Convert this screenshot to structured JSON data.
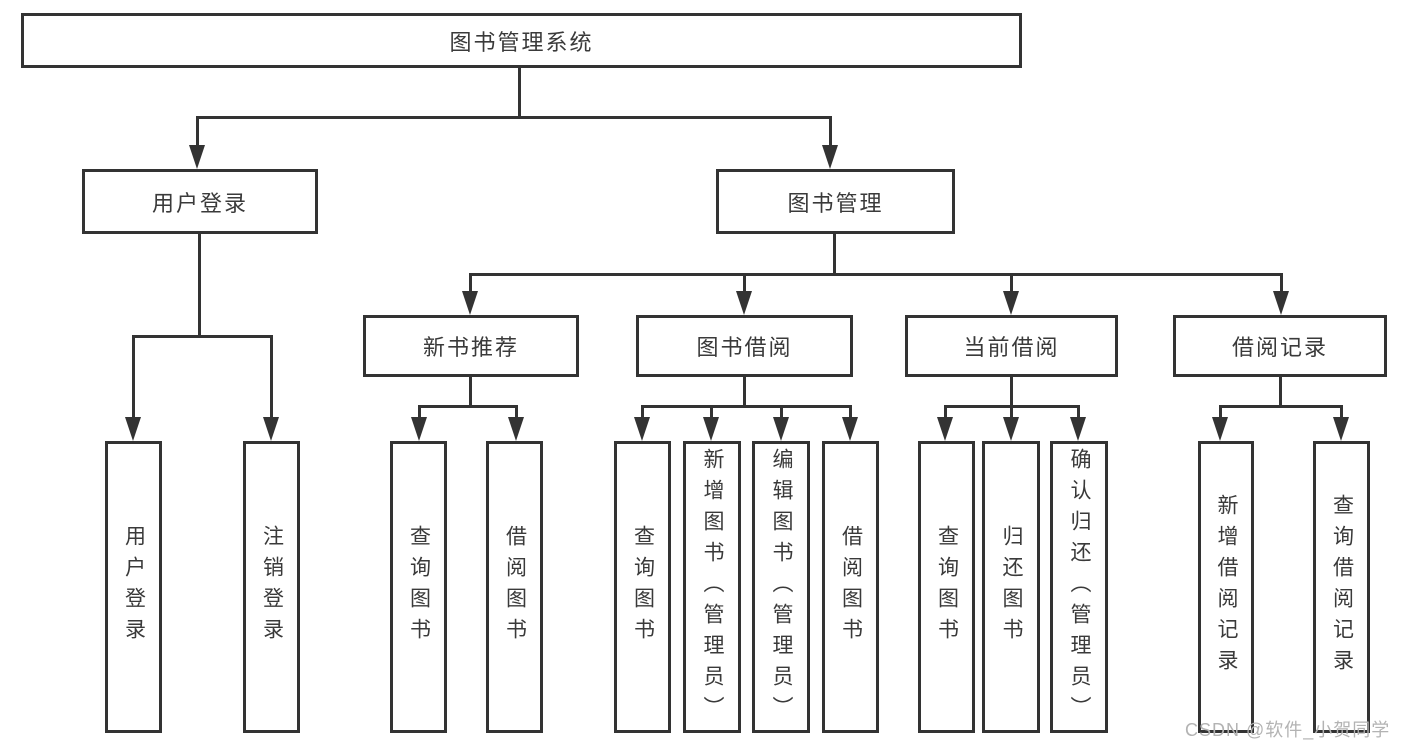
{
  "tree": {
    "root": {
      "label": "图书管理系统"
    },
    "branches": [
      {
        "label": "用户登录",
        "children": [
          {
            "label": "用户登录"
          },
          {
            "label": "注销登录"
          }
        ]
      },
      {
        "label": "图书管理",
        "children": [
          {
            "label": "新书推荐",
            "children": [
              {
                "label": "查询图书"
              },
              {
                "label": "借阅图书"
              }
            ]
          },
          {
            "label": "图书借阅",
            "children": [
              {
                "label": "查询图书"
              },
              {
                "label": "新增图书（管理员）"
              },
              {
                "label": "编辑图书（管理员）"
              },
              {
                "label": "借阅图书"
              }
            ]
          },
          {
            "label": "当前借阅",
            "children": [
              {
                "label": "查询图书"
              },
              {
                "label": "归还图书"
              },
              {
                "label": "确认归还（管理员）"
              }
            ]
          },
          {
            "label": "借阅记录",
            "children": [
              {
                "label": "新增借阅记录"
              },
              {
                "label": "查询借阅记录"
              }
            ]
          }
        ]
      }
    ]
  },
  "watermark": {
    "text": "CSDN @软件_小贺同学"
  },
  "colors": {
    "line": "#333333",
    "background": "#ffffff",
    "watermark": "#b3b3b3"
  }
}
